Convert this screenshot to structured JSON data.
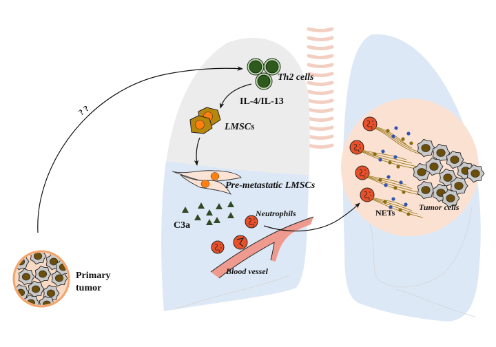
{
  "title": "Lung pre-metastatic niche formation diagram",
  "colors": {
    "left_lung_upper": "#ececec",
    "left_lung_lower": "#dde8f6",
    "right_lung": "#dde8f6",
    "trachea_rings": "#f3cfc2",
    "niche_circle": "#fbe1d2",
    "th2_cell_outer": "#b9e0a8",
    "th2_cell_inner": "#2e5a1e",
    "lmsc_body": "#b8860b",
    "lmsc_nucleus": "#ff7f10",
    "premetastatic_body": "#fbe3d6",
    "c3a_triangle": "#2f4a24",
    "neutrophil": "#e8502a",
    "blood_vessel": "#ef9a8e",
    "net_fiber": "#9c7a1c",
    "net_dot_blue": "#2f55b0",
    "net_dot_olive": "#8a6d10",
    "tumor_cell_body": "#c9c9c9",
    "tumor_cell_nucleus": "#6b4e0a",
    "primary_tumor_ring": "#f4a36a"
  },
  "labels": {
    "th2_cells": "Th2 cells",
    "il4_il13": "IL-4/IL-13",
    "lmscs": "LMSCs",
    "premetastatic_lmscs": "Pre-metastatic LMSCs",
    "c3a": "C3a",
    "neutrophils": "Neutrophils",
    "blood_vessel": "Blood vessel",
    "nets": "NETs",
    "tumor_cells": "Tumor cells",
    "primary_tumor_line1": "Primary",
    "primary_tumor_line2": "tumor",
    "unknown_marks": "? ?"
  },
  "nodes": [
    {
      "id": "primary-tumor",
      "label": "Primary tumor"
    },
    {
      "id": "th2-cells",
      "label": "Th2 cells"
    },
    {
      "id": "lmscs",
      "label": "LMSCs"
    },
    {
      "id": "premetastatic-lmscs",
      "label": "Pre-metastatic LMSCs"
    },
    {
      "id": "c3a",
      "label": "C3a"
    },
    {
      "id": "neutrophils",
      "label": "Neutrophils"
    },
    {
      "id": "blood-vessel",
      "label": "Blood vessel"
    },
    {
      "id": "nets",
      "label": "NETs"
    },
    {
      "id": "tumor-cells",
      "label": "Tumor cells"
    }
  ],
  "edges": [
    {
      "from": "primary-tumor",
      "to": "th2-cells",
      "label": "? ?"
    },
    {
      "from": "th2-cells",
      "to": "lmscs",
      "label": "IL-4/IL-13"
    },
    {
      "from": "lmscs",
      "to": "premetastatic-lmscs",
      "label": ""
    },
    {
      "from": "neutrophils",
      "to": "tumor-cells",
      "label": ""
    }
  ]
}
